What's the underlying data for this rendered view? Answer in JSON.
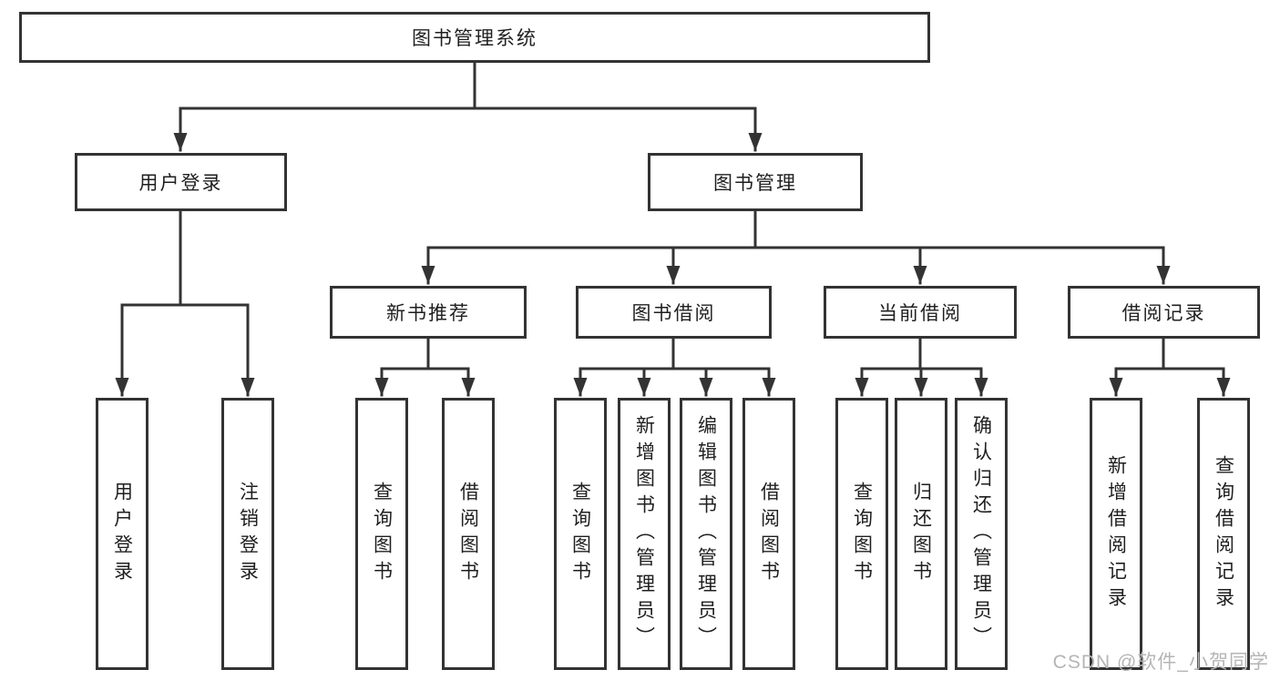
{
  "diagram": {
    "title": "图书管理系统",
    "level2": {
      "user_login": "用户登录",
      "book_mgmt": "图书管理"
    },
    "level3": {
      "new_book_rec": "新书推荐",
      "book_borrow": "图书借阅",
      "current_borrow": "当前借阅",
      "borrow_records": "借阅记录"
    },
    "leaves": {
      "user_login": [
        "用户登录",
        "注销登录"
      ],
      "new_book_rec": [
        "查询图书",
        "借阅图书"
      ],
      "book_borrow": [
        "查询图书",
        "新增图书（管理员）",
        "编辑图书（管理员）",
        "借阅图书"
      ],
      "current_borrow": [
        "查询图书",
        "归还图书",
        "确认归还（管理员）"
      ],
      "borrow_records": [
        "新增借阅记录",
        "查询借阅记录"
      ]
    }
  },
  "watermark": "CSDN @软件_小贺同学",
  "colors": {
    "line": "#333333",
    "text": "#1f1f1f",
    "background": "#ffffff",
    "watermark": "#b5b5b5"
  }
}
